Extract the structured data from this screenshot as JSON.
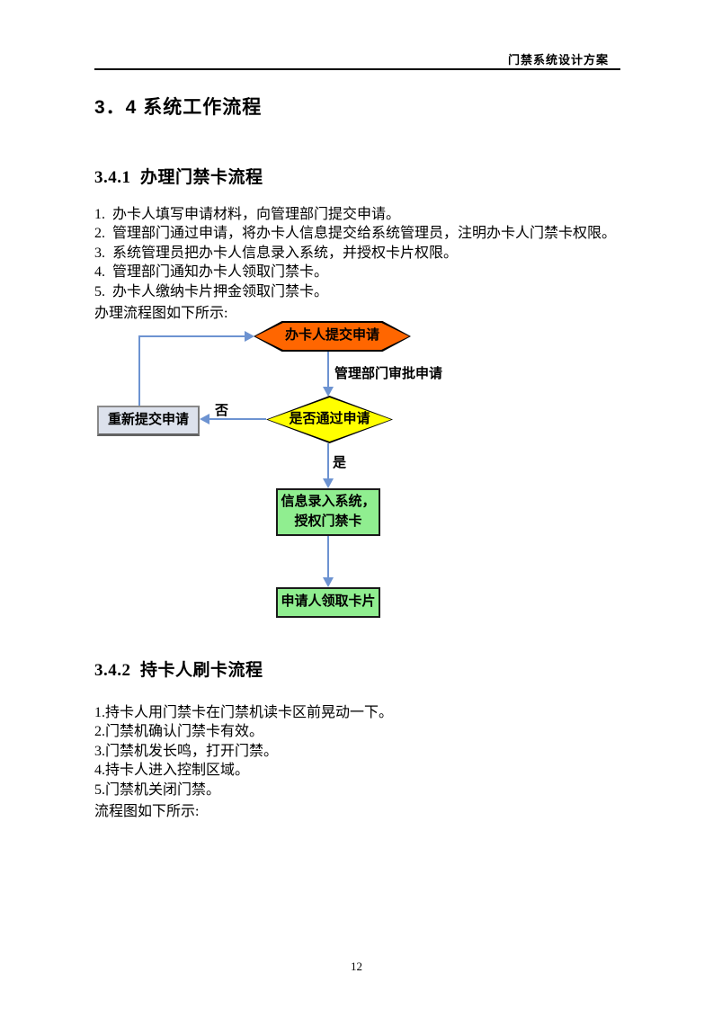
{
  "page": {
    "header": "门禁系统设计方案",
    "page_number": "12"
  },
  "section_main": {
    "title": "3．4 系统工作流程"
  },
  "section_341": {
    "title": "3.4.1  办理门禁卡流程",
    "items": [
      "1.  办卡人填写申请材料，向管理部门提交申请。",
      "2.  管理部门通过申请，将办卡人信息提交给系统管理员，注明办卡人门禁卡权限。",
      "3.  系统管理员把办卡人信息录入系统，并授权卡片权限。",
      "4.  管理部门通知办卡人领取门禁卡。",
      "5.  办卡人缴纳卡片押金领取门禁卡。"
    ],
    "note": "办理流程图如下所示:"
  },
  "flowchart": {
    "start_hexagon": "办卡人提交申请",
    "approve_arrow_label": "管理部门审批申请",
    "decision_diamond": "是否通过申请",
    "no_label": "否",
    "yes_label": "是",
    "retry_box": "重新提交申请",
    "process_box_line1": "信息录入系统，",
    "process_box_line2": "授权门禁卡",
    "final_box": "申请人领取卡片",
    "colors": {
      "hexagon": "#FF6600",
      "diamond": "#FFFF00",
      "process": "#90EE90",
      "retry": "#DCE1EC",
      "arrow": "#6D93D1"
    }
  },
  "section_342": {
    "title": "3.4.2  持卡人刷卡流程",
    "items": [
      "1.持卡人用门禁卡在门禁机读卡区前晃动一下。",
      "2.门禁机确认门禁卡有效。",
      "3.门禁机发长鸣，打开门禁。",
      "4.持卡人进入控制区域。",
      "5.门禁机关闭门禁。"
    ],
    "note": "流程图如下所示:"
  }
}
